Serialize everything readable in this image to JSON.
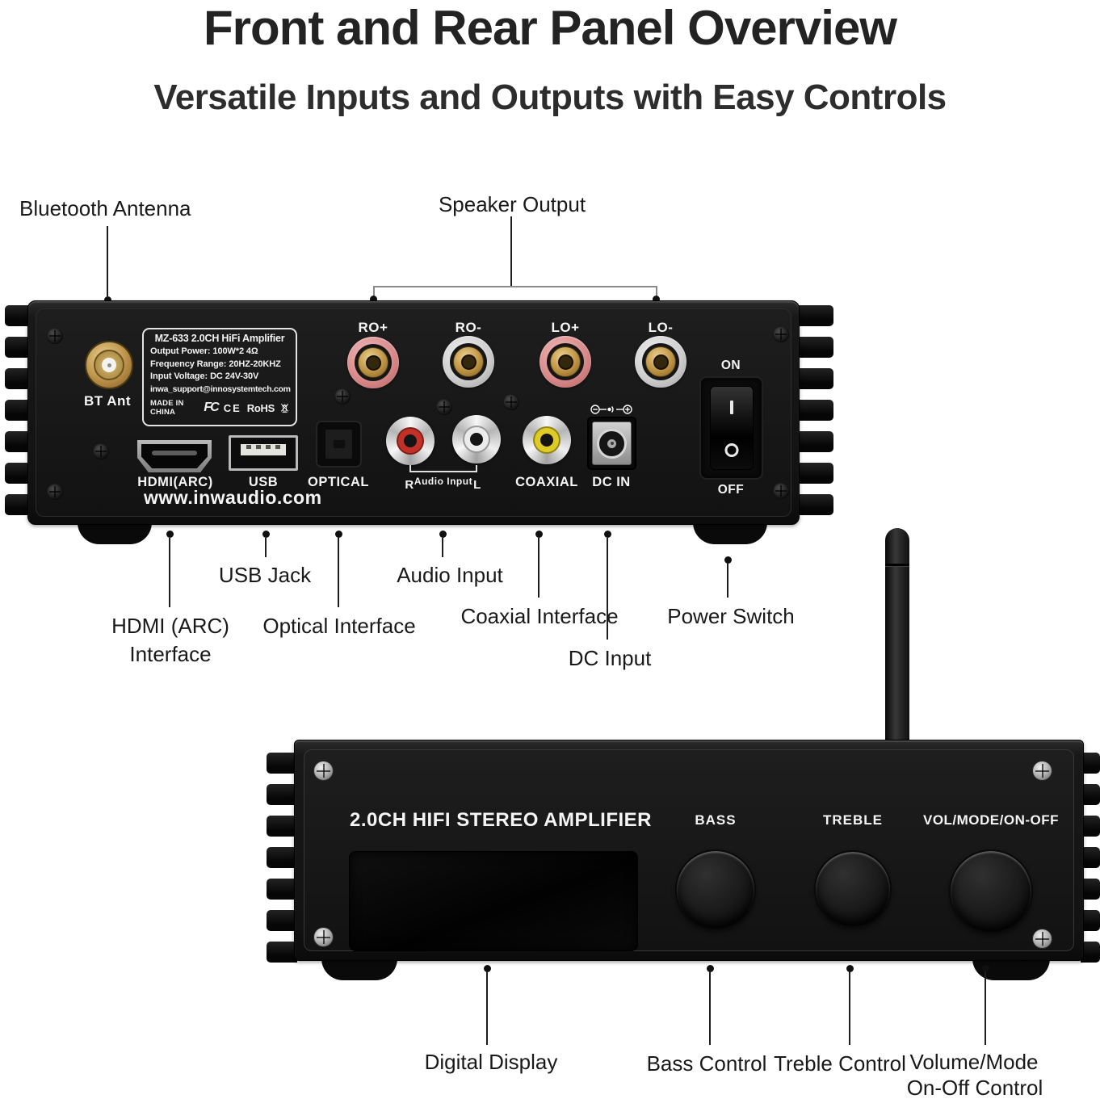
{
  "header": {
    "title": "Front and Rear Panel Overview",
    "subtitle": "Versatile Inputs and Outputs with Easy Controls"
  },
  "top_callouts": {
    "bluetooth_antenna": "Bluetooth Antenna",
    "speaker_output": "Speaker Output"
  },
  "rear_panel": {
    "bt_ant_label": "BT Ant",
    "spec_box": {
      "title": "MZ-633 2.0CH HiFi Amplifier",
      "line1": "Output Power: 100W*2  4Ω",
      "line2": "Frequency Range: 20HZ-20KHZ",
      "line3": "Input Voltage: DC 24V-30V",
      "line4": "inwa_support@innosystemtech.com",
      "made_in": "MADE IN CHINA",
      "cert_fcc": "FC",
      "cert_ce": "CE",
      "cert_rohs": "RoHS"
    },
    "posts": [
      "RO+",
      "RO-",
      "LO+",
      "LO-"
    ],
    "hdmi_label": "HDMI(ARC)",
    "usb_label": "USB",
    "optical_label": "OPTICAL",
    "audio_r": "R",
    "audio_input_label": "Audio Input",
    "audio_l": "L",
    "coaxial_label": "COAXIAL",
    "dc_in_label": "DC IN",
    "on_label": "ON",
    "off_label": "OFF",
    "website": "www.inwaudio.com"
  },
  "rear_callouts": {
    "usb": "USB Jack",
    "audio": "Audio Input",
    "hdmi_line1": "HDMI (ARC)",
    "hdmi_line2": "Interface",
    "optical": "Optical Interface",
    "coaxial": "Coaxial Interface",
    "dc": "DC Input",
    "power": "Power Switch"
  },
  "front_panel": {
    "title": "2.0CH HIFI STEREO AMPLIFIER",
    "bass_label": "BASS",
    "treble_label": "TREBLE",
    "volume_label": "VOL/MODE/ON-OFF"
  },
  "front_callouts": {
    "display": "Digital Display",
    "bass": "Bass Control",
    "treble": "Treble Control",
    "volume_line1": "Volume/Mode",
    "volume_line2": "On-Off Control"
  },
  "colors": {
    "chassis_black": "#141414",
    "post_positive_red": "#d98a8a",
    "post_negative_clear": "#cfcfcf",
    "rca_red": "#c23128",
    "rca_white": "#ececec",
    "rca_yellow": "#decb25",
    "brass_gold": "#bd9244",
    "callout_text": "#191919"
  }
}
